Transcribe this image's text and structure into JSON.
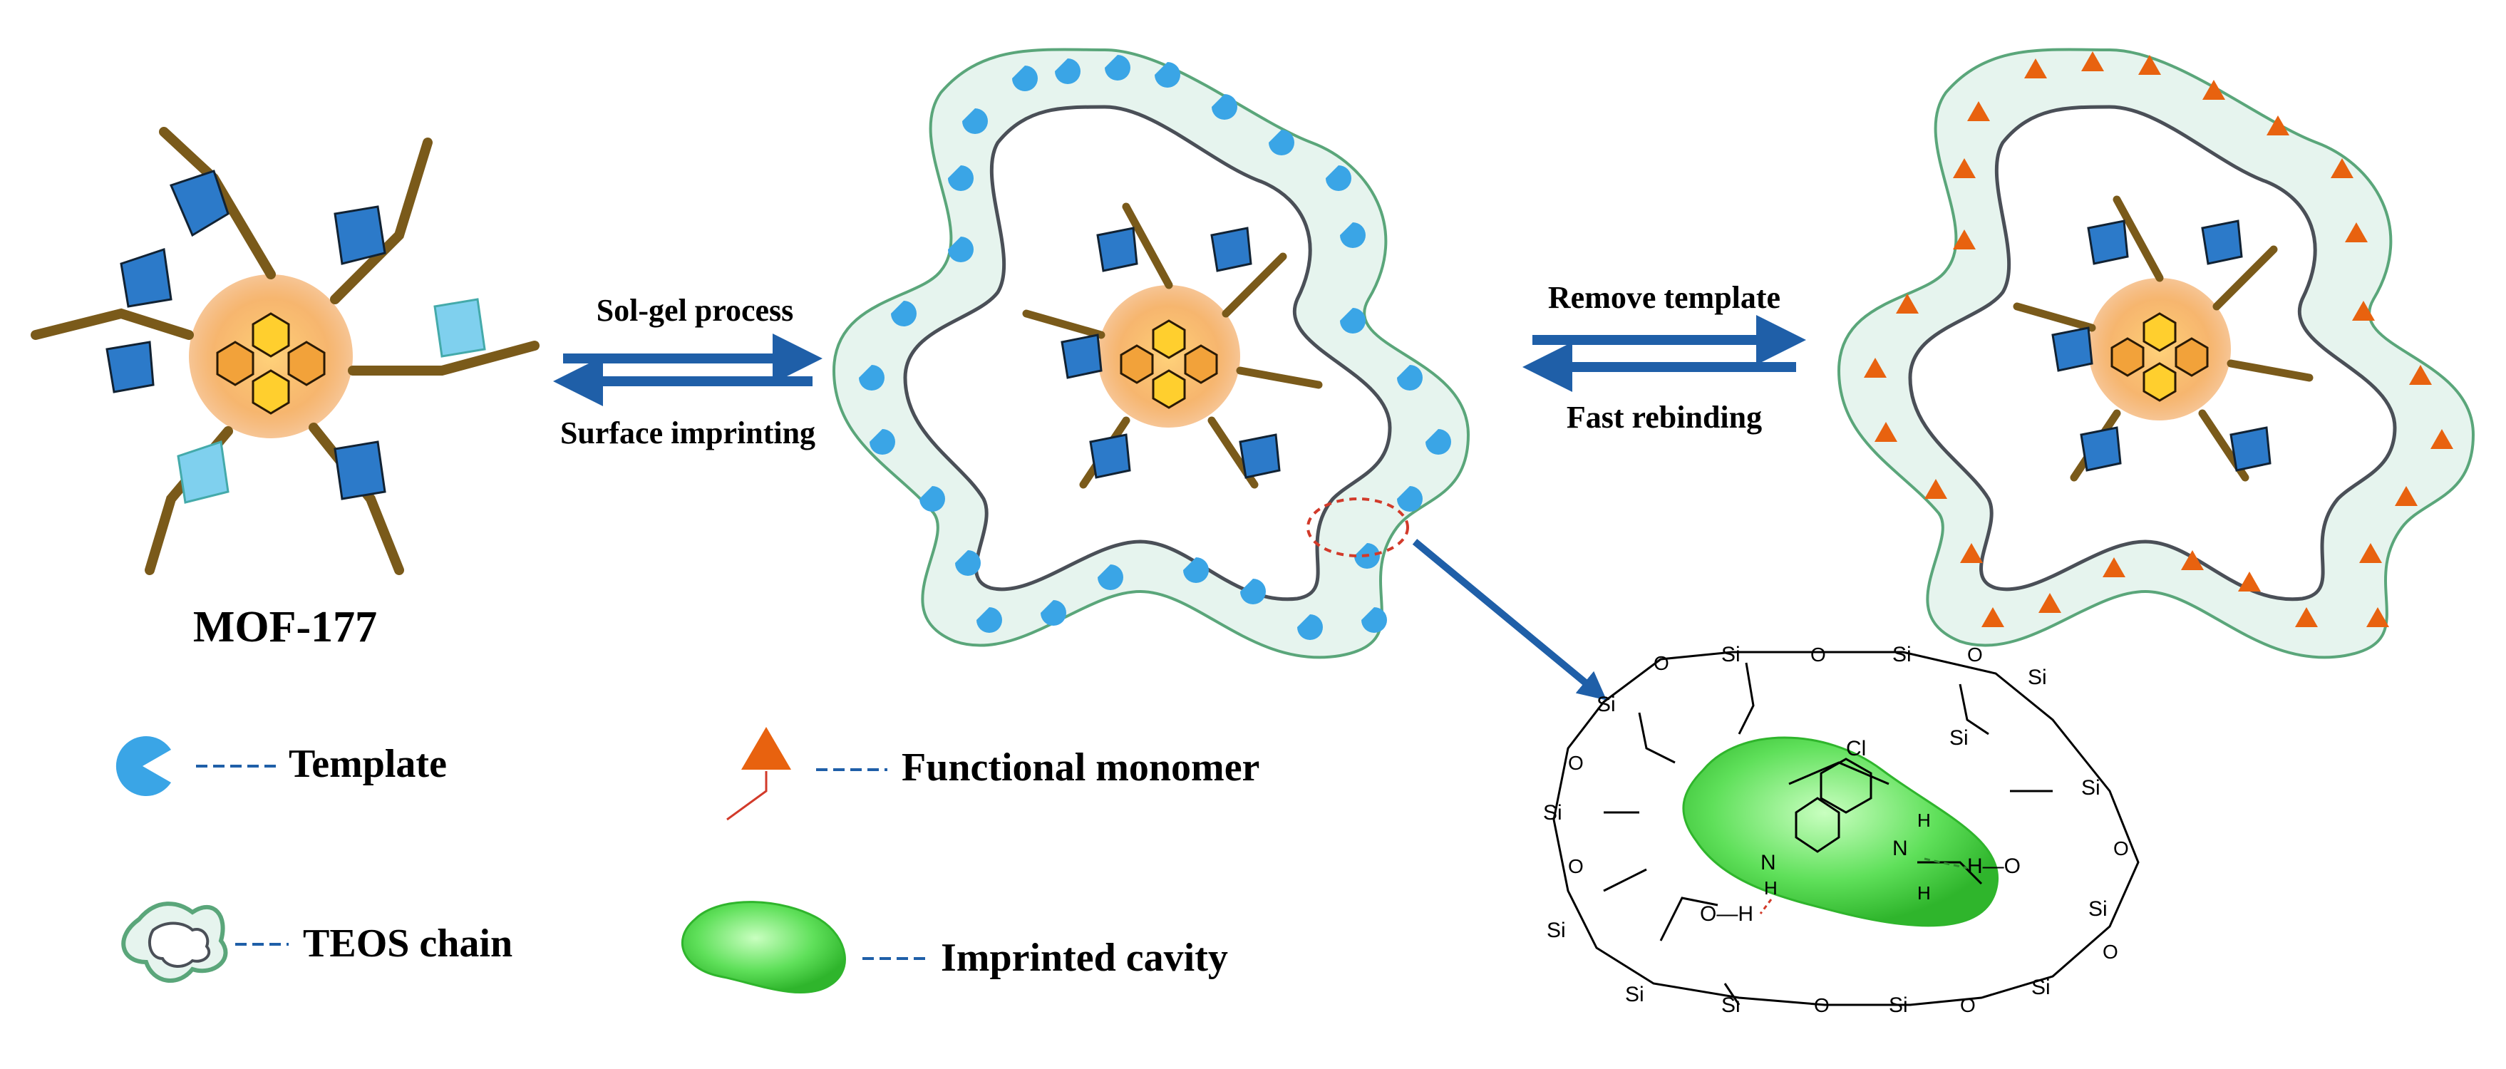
{
  "figure": {
    "mof_label": "MOF-177",
    "step1_top": "Sol-gel process",
    "step1_bottom": "Surface imprinting",
    "step2_top": "Remove template",
    "step2_bottom": "Fast rebinding"
  },
  "legend": {
    "template": "Template",
    "functional_monomer": "Functional monomer",
    "teos_chain": "TEOS chain",
    "imprinted_cavity": "Imprinted cavity"
  },
  "chem": {
    "si": "Si",
    "o": "O",
    "n": "N",
    "h": "H",
    "cl": "Cl",
    "oh": "O—H",
    "ho": "H—O"
  },
  "colors": {
    "arrow": "#1f5fa8",
    "template": "#3aa5e6",
    "monomer": "#e8620f",
    "teos": "#5aa67a",
    "cavity": "#4cd44a",
    "core": "#f4b36a"
  }
}
